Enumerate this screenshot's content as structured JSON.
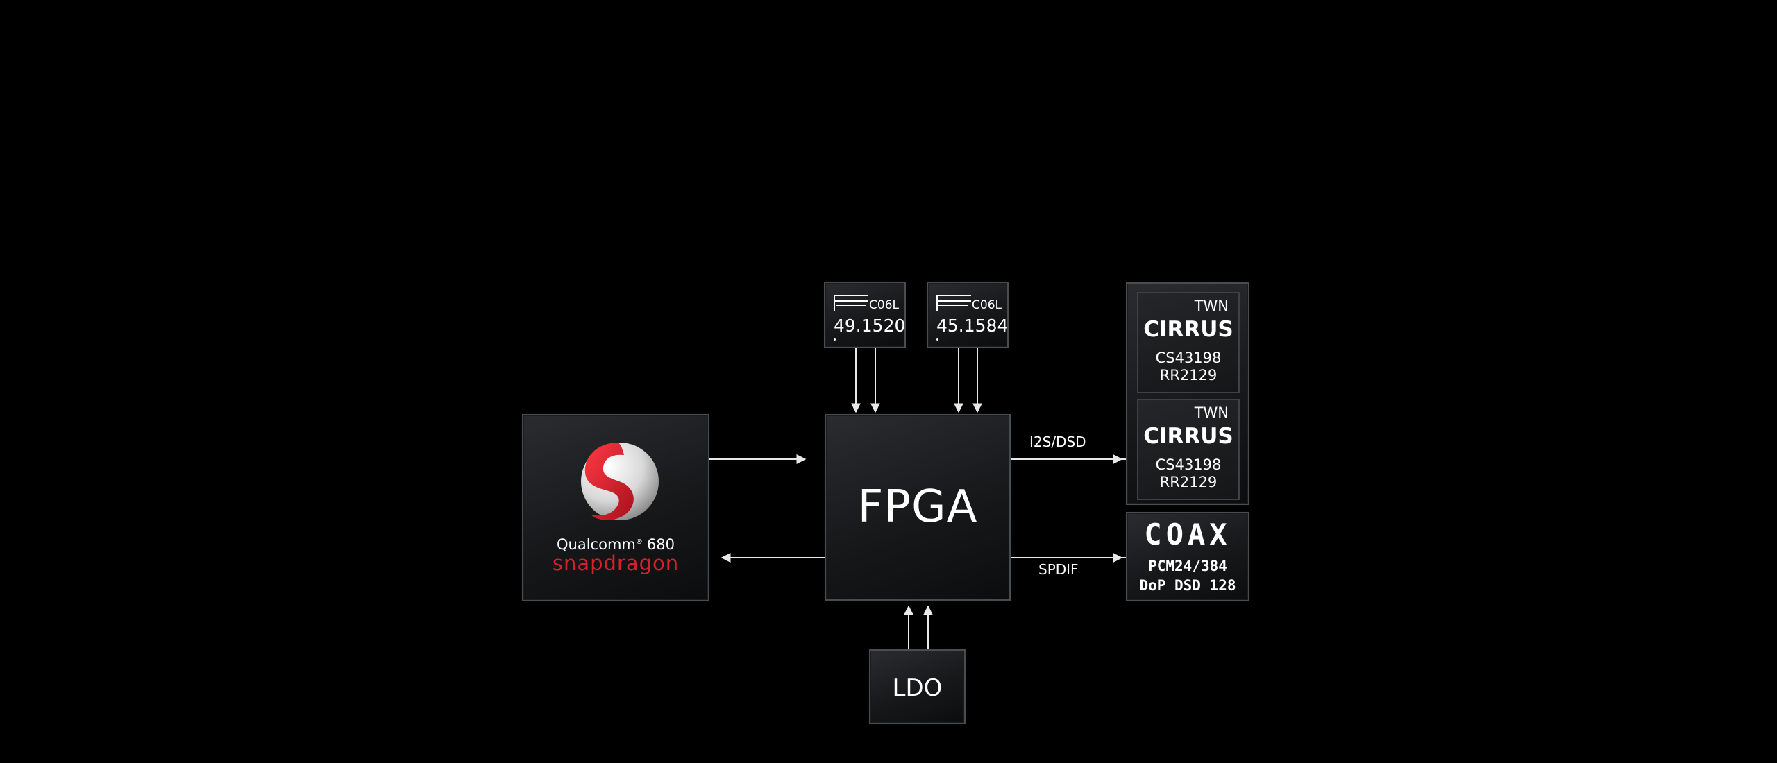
{
  "soc": {
    "brand": "Qualcomm",
    "model": "680",
    "sub": "snapdragon"
  },
  "fpga": {
    "label": "FPGA"
  },
  "ldo": {
    "label": "LDO"
  },
  "oscillators": [
    {
      "model": "C06L",
      "freq": "49.1520"
    },
    {
      "model": "C06L",
      "freq": "45.1584"
    }
  ],
  "dacs": [
    {
      "brand": "TWN",
      "name": "CIRRUS",
      "part": "CS43198",
      "rev": "RR2129"
    },
    {
      "brand": "TWN",
      "name": "CIRRUS",
      "part": "CS43198",
      "rev": "RR2129"
    }
  ],
  "coax": {
    "title": "COAX",
    "line1": "PCM24/384",
    "line2": "DoP DSD 128"
  },
  "signals": {
    "i2s": "I2S/DSD",
    "spdif": "SPDIF"
  },
  "colors": {
    "background": "#000000",
    "wire": "#e8e8e8",
    "snapdragon_red": "#d6202e"
  }
}
